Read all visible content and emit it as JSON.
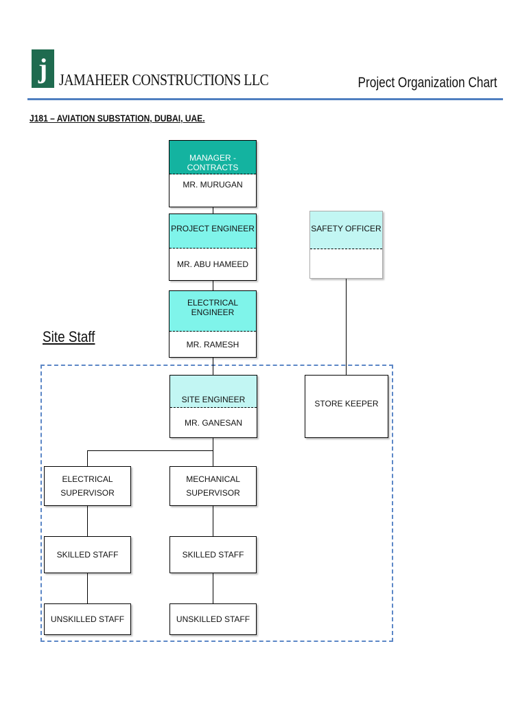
{
  "header": {
    "logo_letter": "j",
    "company": "JAMAHEER CONSTRUCTIONS LLC",
    "title": "Project Organization Chart"
  },
  "project": "J181 – AVIATION SUBSTATION, DUBAI, UAE.",
  "section_label": "Site Staff",
  "nodes": {
    "manager": {
      "role": "MANAGER - CONTRACTS",
      "name": "MR. MURUGAN"
    },
    "project_engineer": {
      "role": "PROJECT ENGINEER",
      "name": "MR. ABU HAMEED"
    },
    "electrical_engineer": {
      "role": "ELECTRICAL ENGINEER",
      "name": "MR. RAMESH"
    },
    "site_engineer": {
      "role": "SITE ENGINEER",
      "name": "MR. GANESAN"
    },
    "safety_officer": {
      "role": "SAFETY OFFICER",
      "name": ""
    },
    "store_keeper": {
      "role": "STORE KEEPER"
    },
    "electrical_supervisor": {
      "role": "ELECTRICAL SUPERVISOR"
    },
    "mechanical_supervisor": {
      "role": "MECHANICAL SUPERVISOR"
    },
    "skilled_staff_left": {
      "role": "SKILLED STAFF"
    },
    "skilled_staff_right": {
      "role": "SKILLED STAFF"
    },
    "unskilled_staff_left": {
      "role": "UNSKILLED STAFF"
    },
    "unskilled_staff_right": {
      "role": "UNSKILLED STAFF"
    }
  }
}
